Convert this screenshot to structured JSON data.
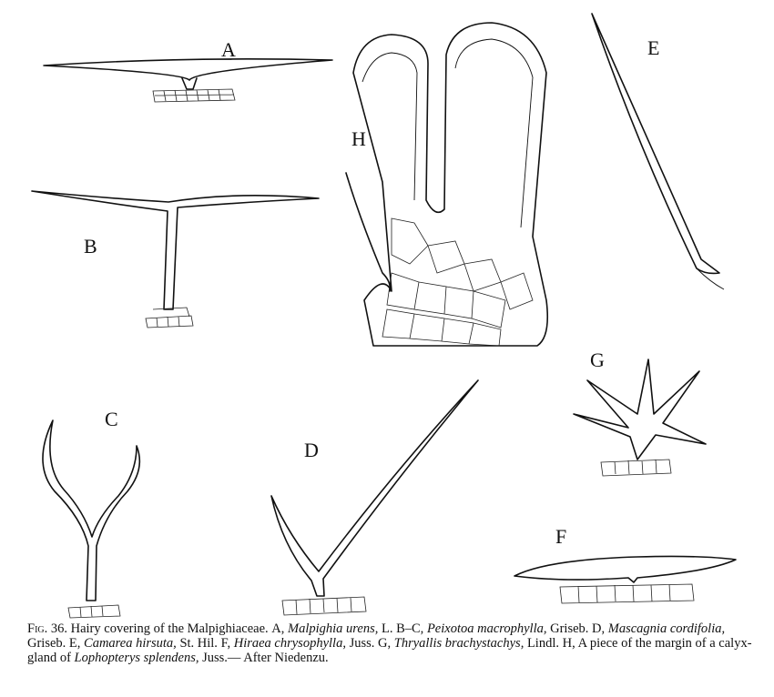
{
  "labels": {
    "A": "A",
    "B": "B",
    "C": "C",
    "D": "D",
    "E": "E",
    "F": "F",
    "G": "G",
    "H": "H"
  },
  "caption": {
    "fig": "Fig. 36.",
    "intro": "Hairy covering of the Malpighiaceae.",
    "a_letter": "A,",
    "a_species": "Malpighia urens,",
    "a_author": "L.",
    "bc_letter": "B–C,",
    "bc_species": "Peixotoa macrophylla,",
    "bc_author": "Griseb.",
    "d_letter": "D,",
    "d_species": "Mascagnia cordifolia,",
    "d_author": "Griseb.",
    "e_letter": "E,",
    "e_species": "Camarea hirsuta,",
    "e_author": "St. Hil.",
    "f_letter": "F,",
    "f_species": "Hiraea chrysophylla,",
    "f_author": "Juss.",
    "g_letter": "G,",
    "g_species": "Thryallis brachystachys,",
    "g_author": "Lindl.",
    "h_letter": "H,",
    "h_text": "A piece of the margin of a calyx-gland of",
    "h_species": "Lophopterys splendens,",
    "h_author": "Juss.—",
    "after": "After Niedenzu."
  }
}
